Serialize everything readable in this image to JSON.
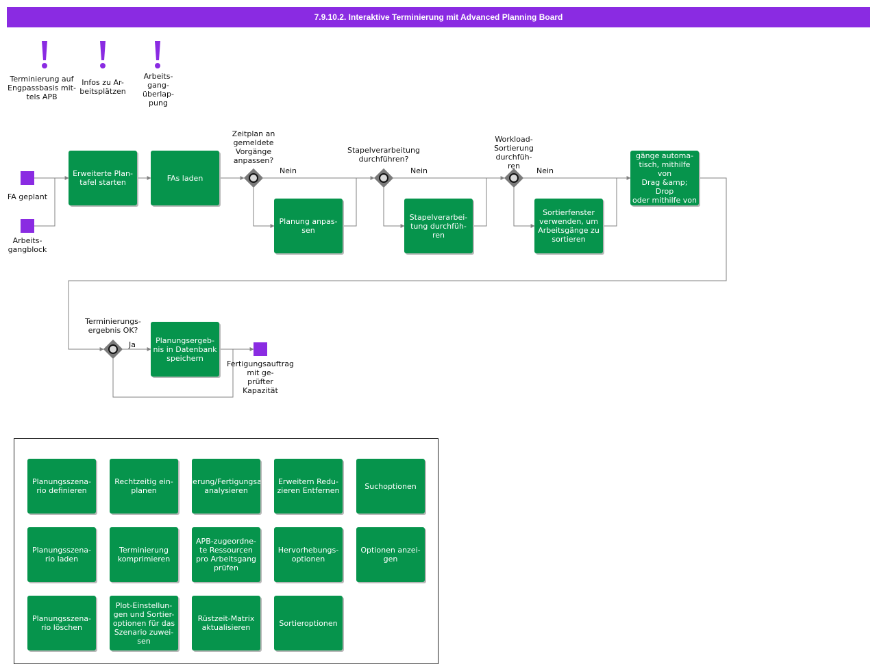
{
  "title": "7.9.10.2. Interaktive Terminierung mit Advanced Planning Board",
  "colors": {
    "header": "#8a2be2",
    "process": "#06944c",
    "event": "#8a2be2",
    "gateway": "#7a7a7a",
    "connector": "#808080"
  },
  "notes": [
    {
      "label": "Terminierung auf\nEngpassbasis mit-\ntels APB"
    },
    {
      "label": "Infos zu Ar-\nbeitsplätzen"
    },
    {
      "label": "Arbeits-\ngang-\nüberlap-\npung"
    }
  ],
  "events": {
    "fa_geplant": "FA geplant",
    "arbeitsgangblock": "Arbeits-\ngangblock",
    "end": "Fertigungsauftrag\nmit          ge-\nprüfter\nKapazität"
  },
  "steps": {
    "plantafel": "Erweiterte Plan-\ntafel starten",
    "fas_laden": "FAs laden",
    "planung_anpassen": "Planung anpas-\nsen",
    "stapel": "Stapelverarbei-\ntung durchfüh-\nren",
    "sortierfenster": "Sortierfenster\nverwenden, um\nArbeitsgänge zu\nsortieren",
    "fa_drag": "FA oder Arbeits-\ngänge automa-\ntisch, mithilfe\nvon\nDrag &amp; Drop\noder mithilfe von\nEinfügen planen",
    "speichern": "Planungsergeb-\nnis in Datenbank\nspeichern"
  },
  "gateways": {
    "g1": "Zeitplan an\ngemeldete\nVorgänge\nanpassen?",
    "g2": "Stapelverarbeitung\ndurchführen?",
    "g3": "Workload-\nSortierung\ndurchfüh-\nren",
    "g4": "Terminierungs-\nergebnis    OK?"
  },
  "edge_labels": {
    "nein1": "Nein",
    "nein2": "Nein",
    "nein3": "Nein",
    "ja": "Ja"
  },
  "legend_items": [
    "Planungsszena-\nrio definieren",
    "Rechtzeitig ein-\nplanen",
    "ierung/Fertigungsa\nanalysieren",
    "Erweitern Redu-\nzieren Entfernen",
    "Suchoptionen",
    "Planungsszena-\nrio laden",
    "Terminierung\nkomprimieren",
    "APB-zugeordne-\nte Ressourcen\npro Arbeitsgang\nprüfen",
    "Hervorhebungs-\noptionen",
    "Optionen anzei-\ngen",
    "Planungsszena-\nrio löschen",
    "Plot-Einstellun-\ngen und Sortier-\noptionen für das\nSzenario zuwei-\nsen",
    "Rüstzeit-Matrix\naktualisieren",
    "Sortieroptionen"
  ]
}
